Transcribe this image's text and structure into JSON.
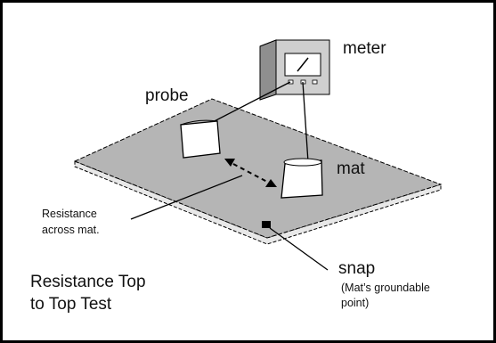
{
  "labels": {
    "meter": "meter",
    "probe": "probe",
    "mat": "mat",
    "resistance_across_line1": "Resistance",
    "resistance_across_line2": "across mat.",
    "snap": "snap",
    "snap_note_line1": "(Mat’s groundable",
    "snap_note_line2": "point)",
    "title_line1": "Resistance Top",
    "title_line2": "to Top Test"
  },
  "colors": {
    "mat_fill": "#b5b5b5",
    "meter_face": "#cfcfcf",
    "meter_side": "#8f8f8f",
    "line": "#000000"
  }
}
